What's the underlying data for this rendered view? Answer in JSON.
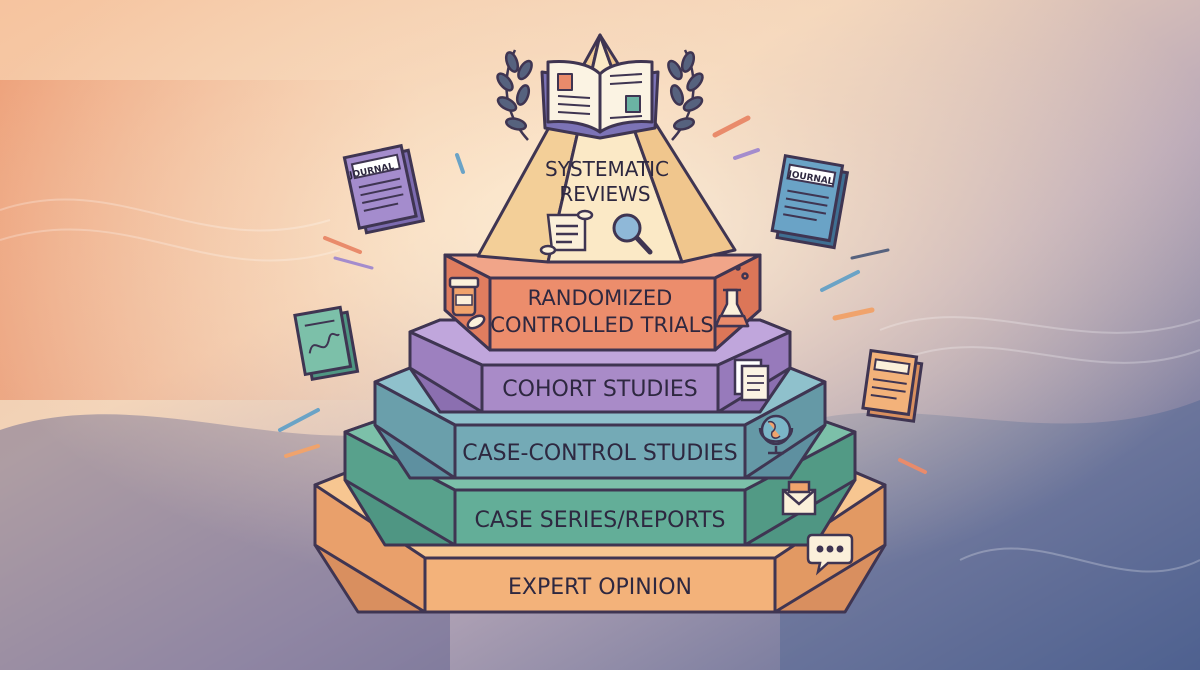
{
  "pyramid": {
    "top": {
      "line1": "SYSTEMATIC",
      "line2": "REVIEWS"
    },
    "tiers": [
      {
        "line1": "RANDOMIZED",
        "line2": "CONTROLLED TRIALS",
        "color": "#ec8d6c"
      },
      {
        "label": "COHORT STUDIES",
        "color": "#a98bc8"
      },
      {
        "label": "CASE-CONTROL STUDIES",
        "color": "#74aab6"
      },
      {
        "label": "CASE SERIES/REPORTS",
        "color": "#63ae98"
      },
      {
        "label": "EXPERT OPINION",
        "color": "#f3b27a"
      }
    ]
  },
  "journals": {
    "left": "JOURNAL",
    "right": "JOURNAL"
  },
  "colors": {
    "outline": "#3f3552",
    "apex": "#fbe9c6",
    "bg_warm": "#f2b189",
    "bg_cool": "#5d6c98"
  },
  "icons": [
    "open-book-icon",
    "laurel-icon",
    "scroll-icon",
    "magnifier-icon",
    "pill-bottle-icon",
    "flask-icon",
    "documents-icon",
    "globe-icon",
    "envelope-icon",
    "speech-bubble-icon",
    "journal-icon",
    "chart-paper-icon",
    "notebook-icon"
  ]
}
